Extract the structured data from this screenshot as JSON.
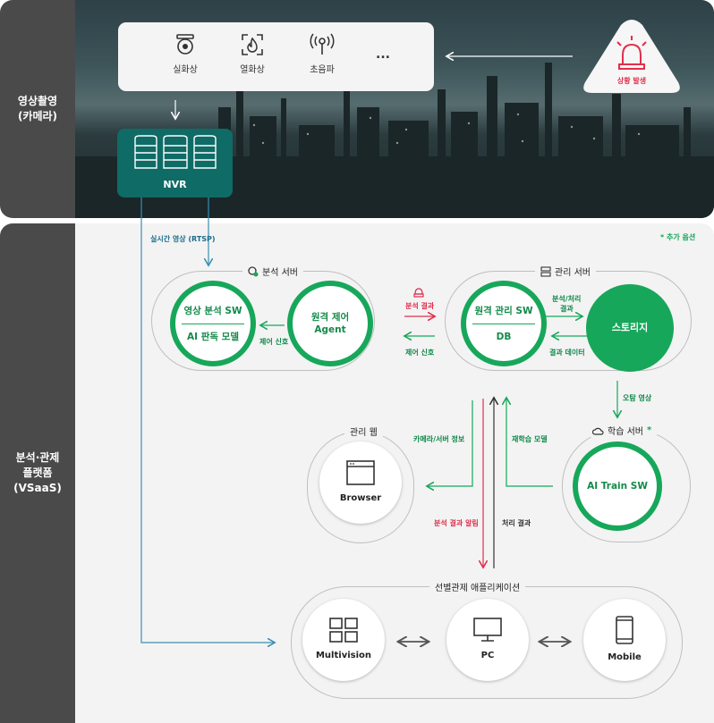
{
  "sidebar": {
    "top_label_line1": "영상촬영",
    "top_label_line2": "(카메라)",
    "bottom_label_line1": "분석·관제",
    "bottom_label_line2": "플랫폼",
    "bottom_label_line3": "(VSaaS)"
  },
  "sensors": {
    "items": [
      {
        "label": "실화상",
        "icon": "cctv-camera-icon"
      },
      {
        "label": "열화상",
        "icon": "thermal-flame-icon"
      },
      {
        "label": "초음파",
        "icon": "ultrasonic-antenna-icon"
      }
    ],
    "more": "..."
  },
  "alarm": {
    "label": "상황 발생",
    "icon": "siren-icon"
  },
  "nvr": {
    "label": "NVR",
    "icon": "server-rack-icon"
  },
  "edges": {
    "realtime": "실시간 영상 (RTSP)",
    "analysis_result": "분석 결과",
    "control_signal_a": "제어 신호",
    "control_signal_b": "제어 신호",
    "analysis_process": "분석/처리",
    "result": "결과",
    "result_data": "결과 데이터",
    "error_video": "오탐 영상",
    "camera_server_info": "카메라/서버 정보",
    "retrain_model": "재학습 모델",
    "analysis_alert": "분석 결과 알림",
    "process_result": "처리 결과"
  },
  "note": "* 추가 옵션",
  "analysis_server": {
    "title": "분석 서버",
    "sw_line1": "영상 분석 SW",
    "sw_line2": "AI 판독 모델",
    "agent_line1": "원격 제어",
    "agent_line2": "Agent"
  },
  "management_server": {
    "title": "관리 서버",
    "sw_line1": "원격 관리 SW",
    "sw_line2": "DB",
    "storage": "스토리지"
  },
  "learning_server": {
    "title": "학습 서버",
    "star": "*",
    "sw": "AI Train SW"
  },
  "web": {
    "title": "관리 웹",
    "browser": "Browser"
  },
  "app": {
    "title": "선별관제 애플리케이션",
    "items": [
      "Multivision",
      "PC",
      "Mobile"
    ]
  },
  "colors": {
    "accent": "#17a75a",
    "teal": "#0f6b66",
    "alert": "#e02f4c",
    "sidebar": "#4a4a4a"
  }
}
